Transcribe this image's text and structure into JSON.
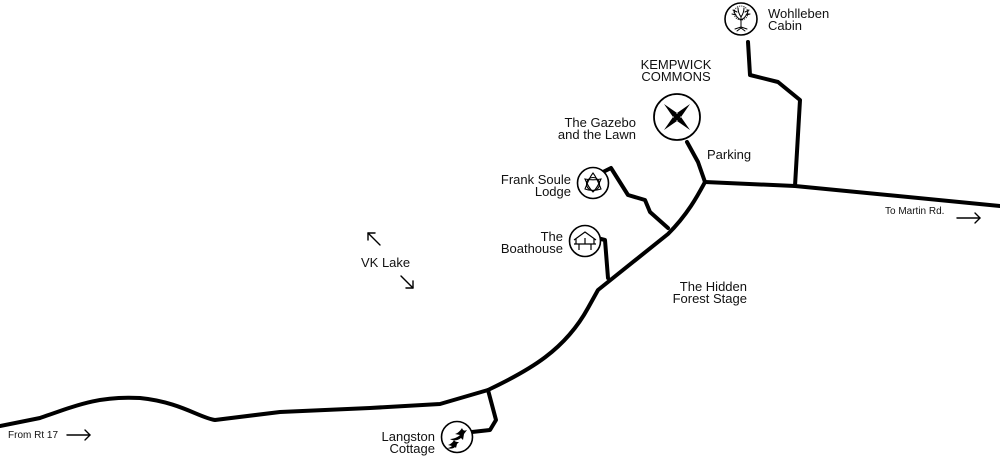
{
  "map": {
    "colors": {
      "road": "#000000",
      "text": "#111111",
      "background": "#ffffff"
    },
    "places": {
      "kempwick": {
        "label": "KEMPWICK\nCOMMONS",
        "icon": "compass-star-icon"
      },
      "wohlleben": {
        "label": "Wohlleben\nCabin",
        "icon": "tree-icon"
      },
      "gazebo": {
        "label": "The Gazebo\nand the Lawn"
      },
      "parking": {
        "label": "Parking"
      },
      "frank_soule": {
        "label": "Frank Soule\nLodge",
        "icon": "celtic-knot-icon"
      },
      "boathouse": {
        "label": "The\nBoathouse",
        "icon": "boathouse-icon"
      },
      "hidden_stage": {
        "label": "The Hidden\nForest Stage"
      },
      "vk_lake": {
        "label": "VK Lake"
      },
      "langston": {
        "label": "Langston\nCottage",
        "icon": "swallows-icon"
      }
    },
    "directions": {
      "to_martin": {
        "label": "To Martin Rd."
      },
      "from_rt17": {
        "label": "From Rt 17"
      }
    }
  }
}
